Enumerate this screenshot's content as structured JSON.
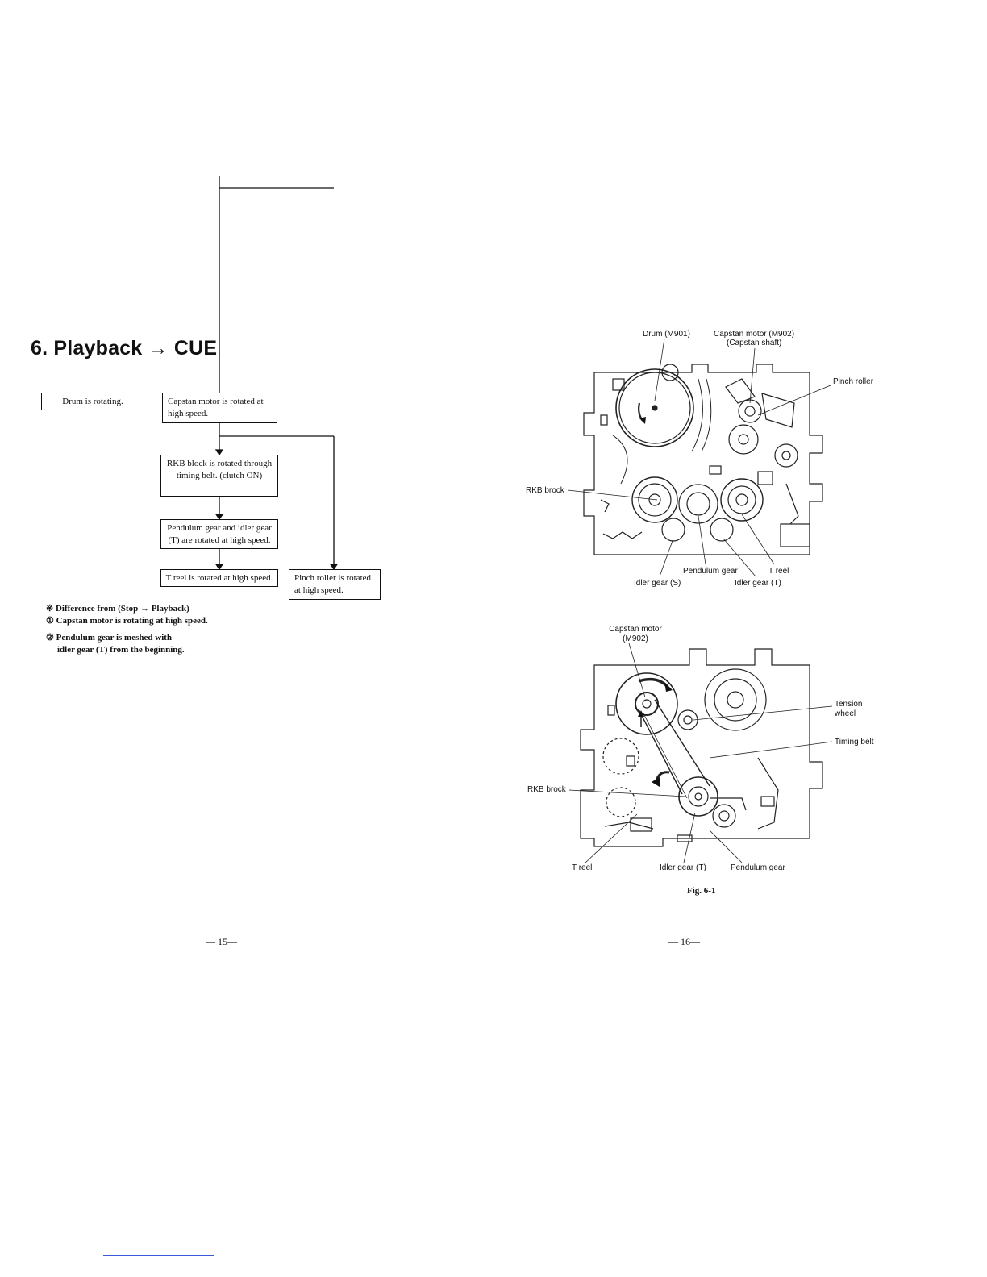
{
  "left_page": {
    "title": "6. Playback → CUE",
    "flow": {
      "drum": "Drum is rotating.",
      "capstan": "Capstan motor is rotated at high speed.",
      "rkb": "RKB block is rotated through timing belt. (clutch ON)",
      "pendulum": "Pendulum gear and idler gear (T) are rotated at high speed.",
      "treel": "T reel is rotated at high speed.",
      "pinch": "Pinch roller is rotated at high speed."
    },
    "notes": {
      "heading": "※ Difference from (Stop → Playback)",
      "item1": "① Capstan motor is rotating at high speed.",
      "item2_line1": "② Pendulum gear is meshed with",
      "item2_line2": "idler gear (T) from the beginning."
    },
    "page_number": "— 15—"
  },
  "right_page": {
    "top_figure": {
      "labels": {
        "drum": "Drum (M901)",
        "capstan": "Capstan motor (M902)",
        "capstan_shaft": "(Capstan shaft)",
        "pinch_roller": "Pinch roller",
        "rkb": "RKB brock",
        "pendulum": "Pendulum gear",
        "treel": "T reel",
        "idler_s": "Idler gear (S)",
        "idler_t": "Idler gear (T)"
      }
    },
    "bottom_figure": {
      "labels": {
        "capstan_l1": "Capstan motor",
        "capstan_l2": "(M902)",
        "tension_l1": "Tension",
        "tension_l2": "wheel",
        "timing_belt": "Timing belt",
        "rkb": "RKB brock",
        "treel": "T reel",
        "idler_t": "Idler gear (T)",
        "pendulum": "Pendulum gear"
      }
    },
    "figure_caption": "Fig. 6-1",
    "page_number": "— 16—"
  },
  "colors": {
    "ink": "#111111",
    "link": "#3a5ad9"
  }
}
